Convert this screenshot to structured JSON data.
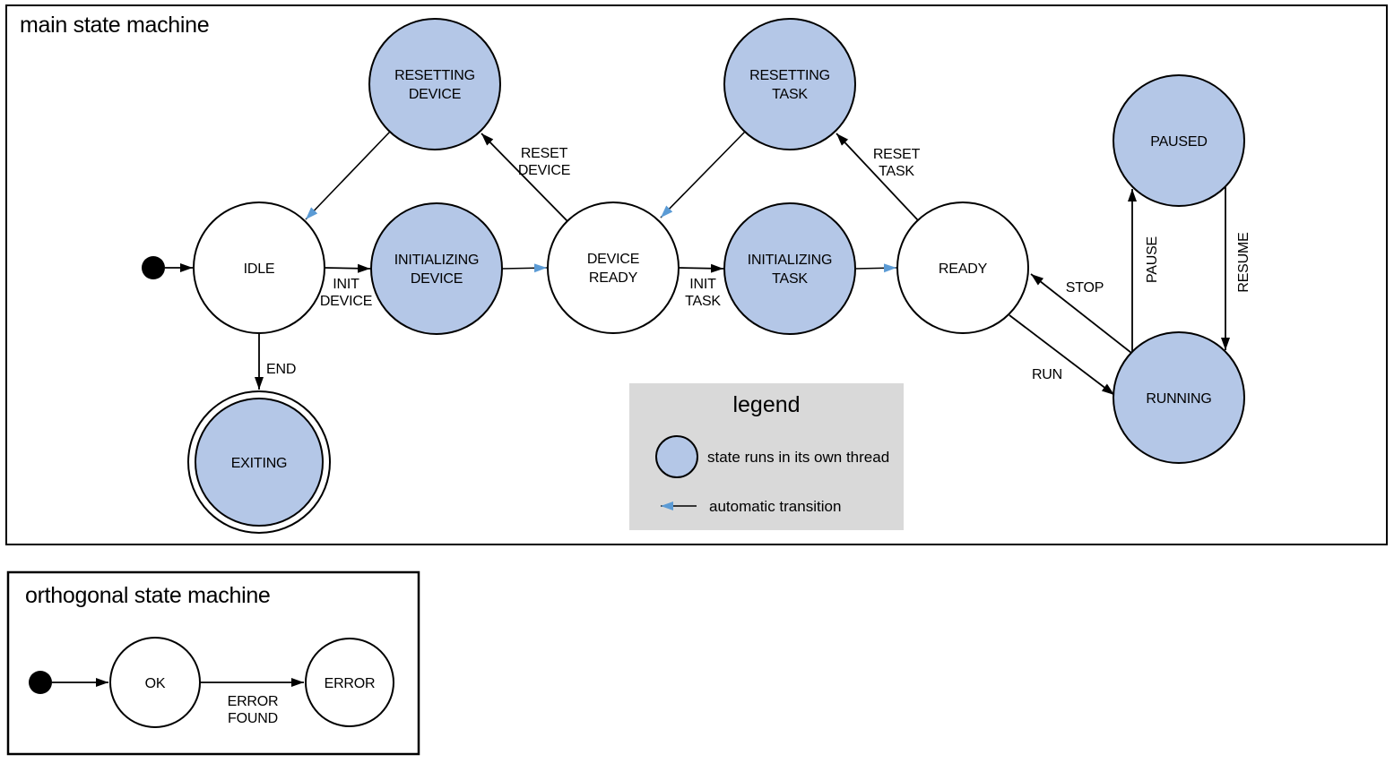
{
  "colors": {
    "threaded_state_fill": "#b4c7e7",
    "state_stroke": "#000000",
    "auto_transition_blue": "#5b9bd5",
    "legend_background": "#d9d9d9",
    "text": "#000000"
  },
  "main_machine": {
    "title": "main state machine",
    "states": {
      "resetting_device": {
        "line1": "RESETTING",
        "line2": "DEVICE"
      },
      "resetting_task": {
        "line1": "RESETTING",
        "line2": "TASK"
      },
      "paused": {
        "label": "PAUSED"
      },
      "idle": {
        "label": "IDLE"
      },
      "initializing_device": {
        "line1": "INITIALIZING",
        "line2": "DEVICE"
      },
      "device_ready": {
        "line1": "DEVICE",
        "line2": "READY"
      },
      "initializing_task": {
        "line1": "INITIALIZING",
        "line2": "TASK"
      },
      "ready": {
        "label": "READY"
      },
      "running": {
        "label": "RUNNING"
      },
      "exiting": {
        "label": "EXITING"
      }
    },
    "transitions": {
      "init_device": {
        "line1": "INIT",
        "line2": "DEVICE"
      },
      "reset_device": {
        "line1": "RESET",
        "line2": "DEVICE"
      },
      "init_task": {
        "line1": "INIT",
        "line2": "TASK"
      },
      "reset_task": {
        "line1": "RESET",
        "line2": "TASK"
      },
      "end": {
        "label": "END"
      },
      "stop": {
        "label": "STOP"
      },
      "run": {
        "label": "RUN"
      },
      "pause": {
        "label": "PAUSE"
      },
      "resume": {
        "label": "RESUME"
      }
    },
    "legend": {
      "title": "legend",
      "threaded_item": "state runs in its own thread",
      "auto_item": "automatic transition"
    }
  },
  "orthogonal_machine": {
    "title": "orthogonal state machine",
    "states": {
      "ok": {
        "label": "OK"
      },
      "error": {
        "label": "ERROR"
      }
    },
    "transitions": {
      "error_found": {
        "line1": "ERROR",
        "line2": "FOUND"
      }
    }
  }
}
